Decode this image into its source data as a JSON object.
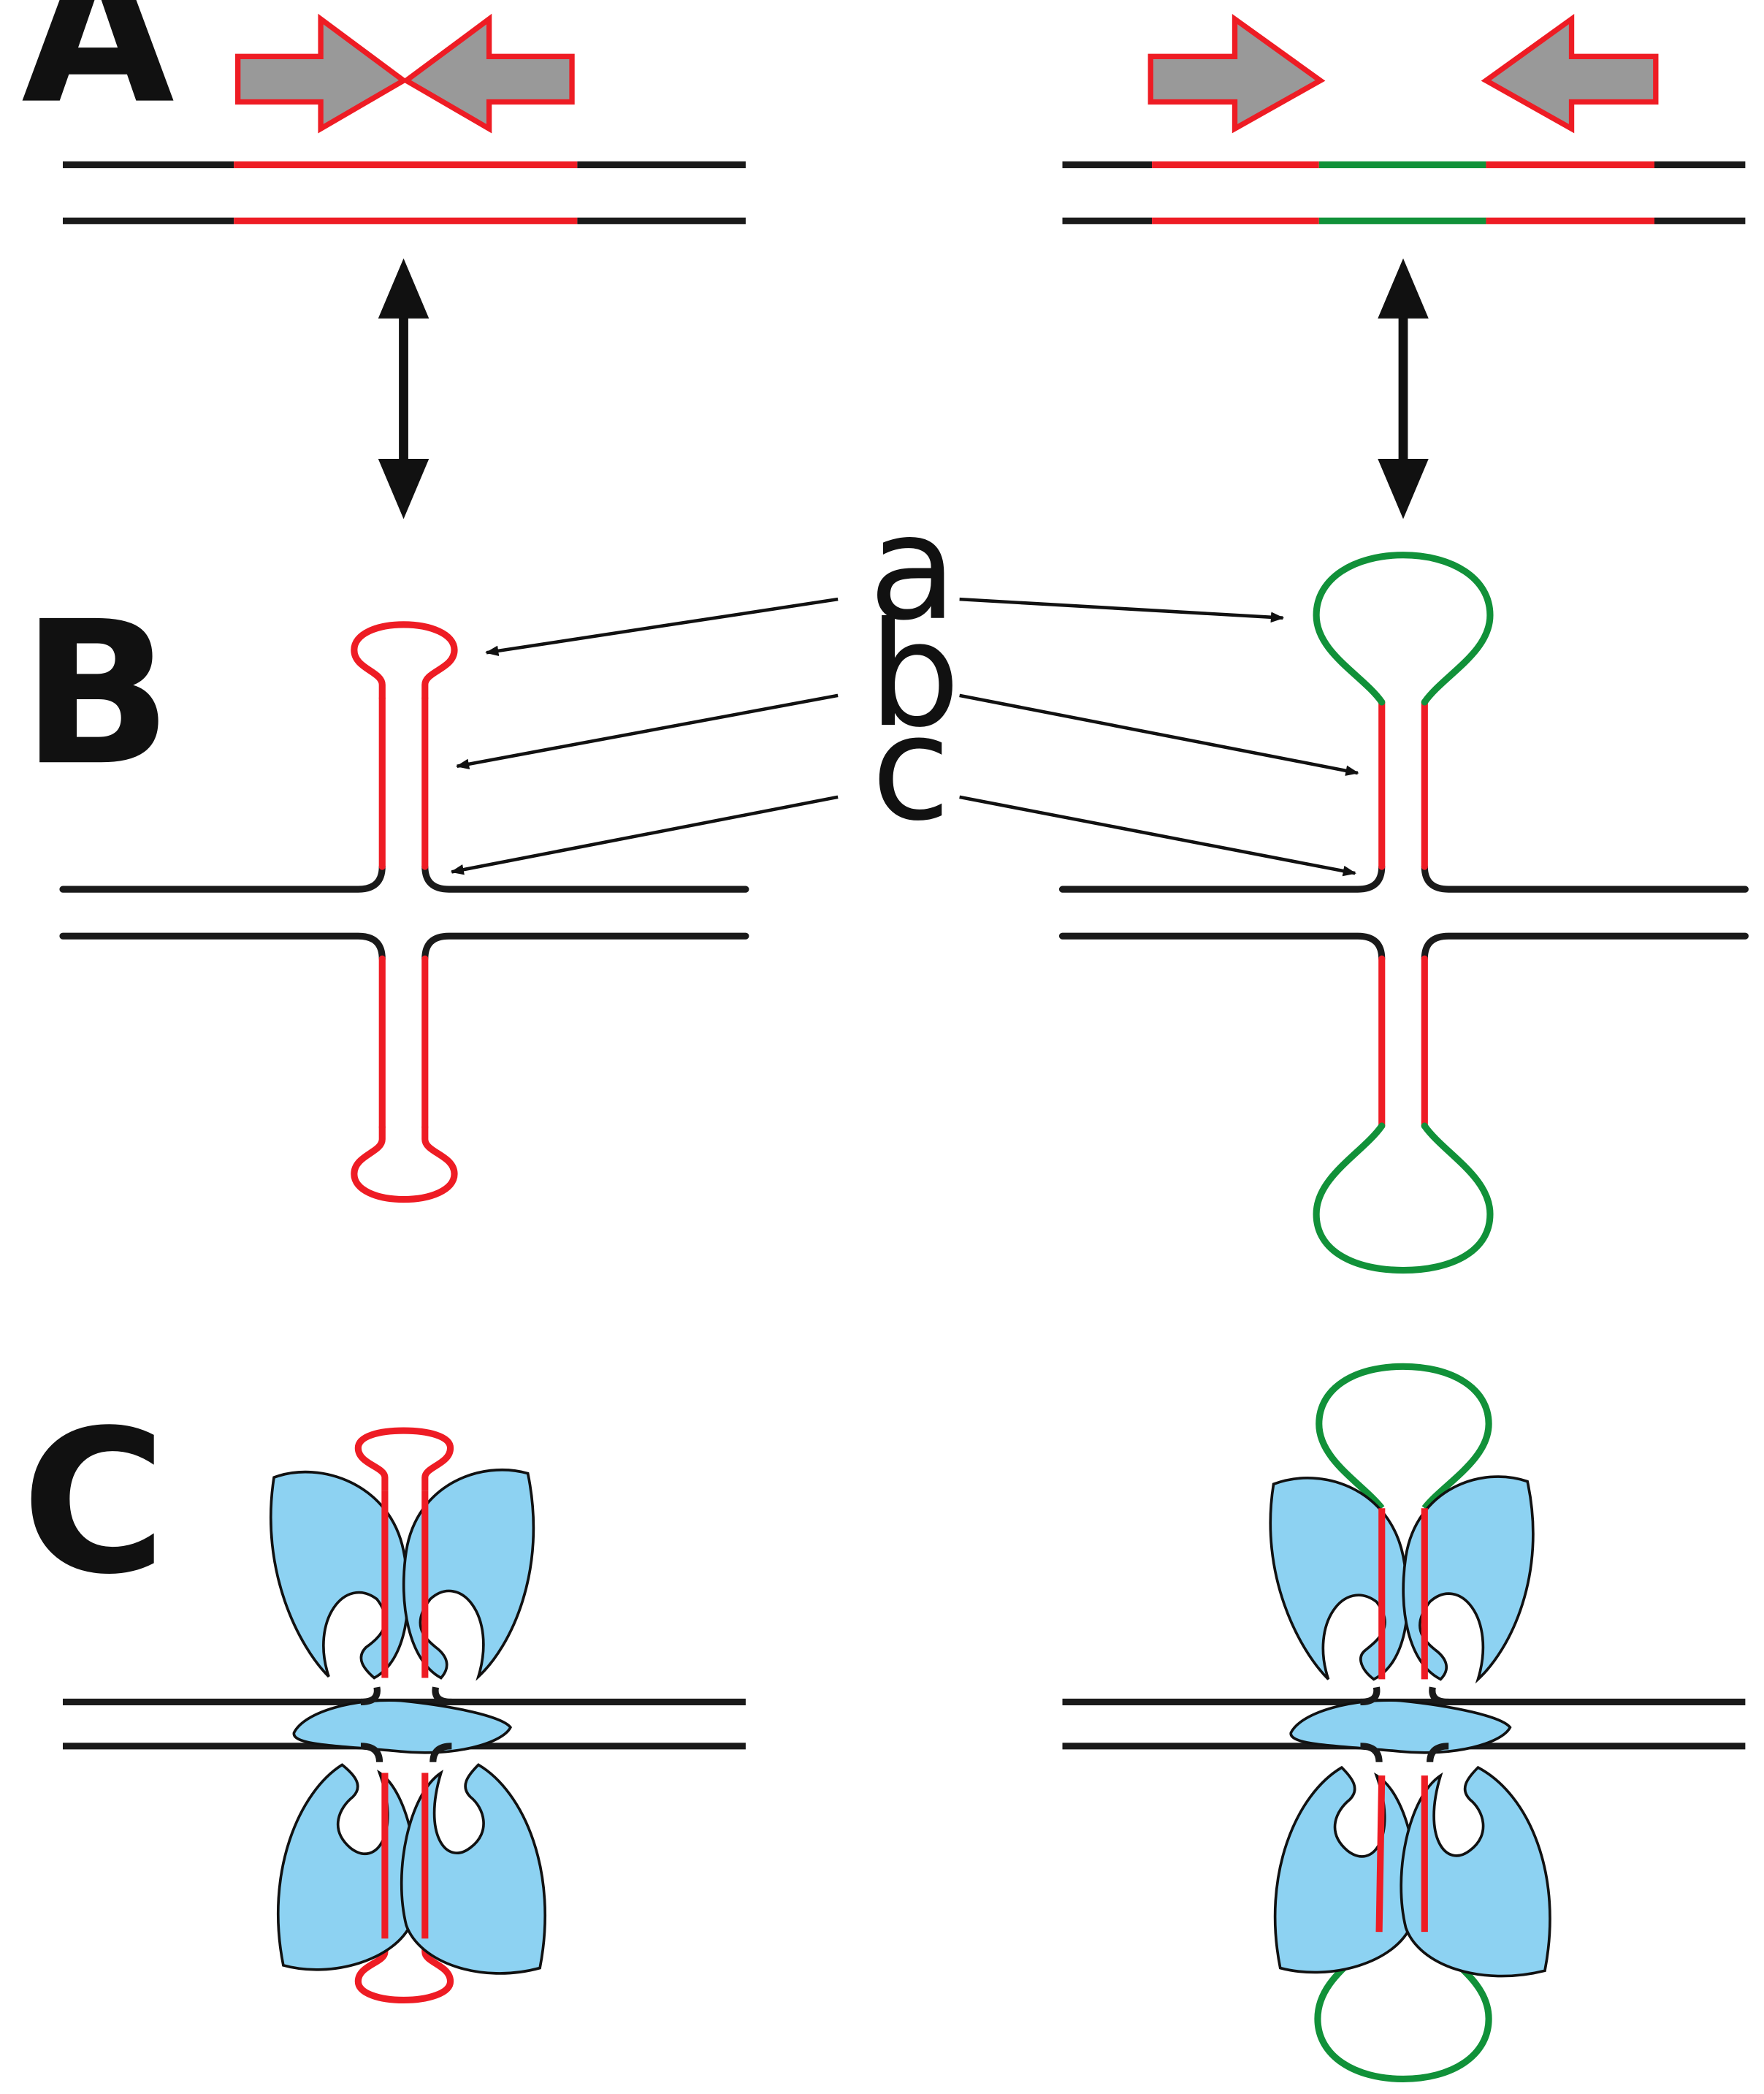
{
  "panels": {
    "a": "A",
    "b": "B",
    "c": "C"
  },
  "callouts": {
    "a": "a",
    "b": "b",
    "c": "c"
  },
  "colors": {
    "dna": "#1a1a1a",
    "palindrome": "#ee1c24",
    "spacer": "#119139",
    "arrow_fill": "#999999",
    "protein": "#8dd2f2",
    "outline": "#111111"
  }
}
